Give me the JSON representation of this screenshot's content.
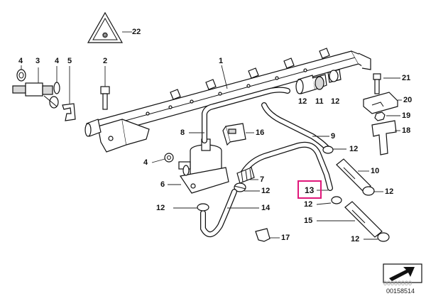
{
  "labels": {
    "l1": "1",
    "l2": "2",
    "l3": "3",
    "l4a": "4",
    "l4b": "4",
    "l4c": "4",
    "l5": "5",
    "l6": "6",
    "l7": "7",
    "l8": "8",
    "l9": "9",
    "l10": "10",
    "l11": "11",
    "l12a": "12",
    "l12b": "12",
    "l12c": "12",
    "l12d": "12",
    "l12e": "12",
    "l12f": "12",
    "l12g": "12",
    "l12h": "12",
    "l13": "13",
    "l14": "14",
    "l15": "15",
    "l16": "16",
    "l17": "17",
    "l18": "18",
    "l19": "19",
    "l20": "20",
    "l21": "21",
    "l22": "22"
  },
  "highlight": {
    "part": "13",
    "color": "#e0177a"
  },
  "diagram_code": "00158514",
  "diagram_code_top": "00000000"
}
